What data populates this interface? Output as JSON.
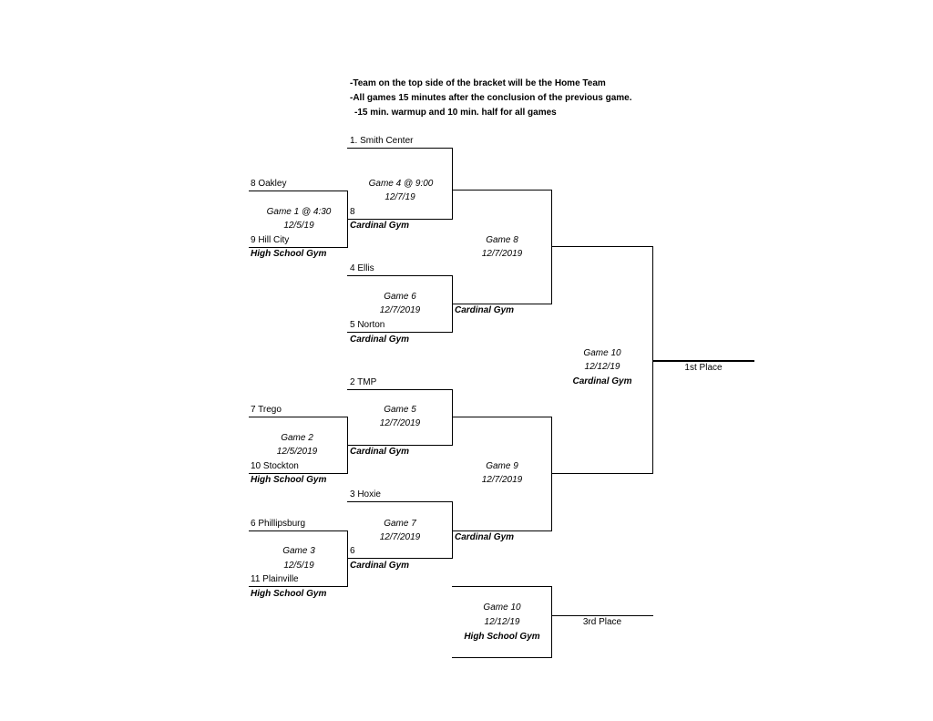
{
  "notes": [
    "-Team on the top side of the bracket will be the Home Team",
    "-All games 15 minutes after the conclusion of the previous game.",
    "-15 min. warmup and 10 min. half for all games"
  ],
  "teams": {
    "t1": "1.  Smith Center",
    "t8": "8 Oakley",
    "t9": "9 Hill City",
    "s8": "8",
    "t4": "4 Ellis",
    "t5": "5 Norton",
    "t2": "2 TMP",
    "t7": "7 Trego",
    "t10": "10 Stockton",
    "t3": "3 Hoxie",
    "t6": "6 Phillipsburg",
    "s6": "6",
    "t11": "11 Plainville"
  },
  "games": {
    "g1": {
      "label": "Game 1 @ 4:30",
      "date": "12/5/19",
      "venue": "High School Gym"
    },
    "g2": {
      "label": "Game 2",
      "date": "12/5/2019",
      "venue": "High School Gym"
    },
    "g3": {
      "label": "Game 3",
      "date": "12/5/19",
      "venue": "High School Gym"
    },
    "g4": {
      "label": "Game 4 @ 9:00",
      "date": "12/7/19",
      "venue": "Cardinal Gym"
    },
    "g5": {
      "label": "Game 5",
      "date": "12/7/2019",
      "venue": "Cardinal Gym"
    },
    "g6": {
      "label": "Game 6",
      "date": "12/7/2019",
      "venue": "Cardinal Gym"
    },
    "g7": {
      "label": "Game 7",
      "date": "12/7/2019",
      "venue": "Cardinal Gym"
    },
    "g8": {
      "label": "Game 8",
      "date": "12/7/2019",
      "venue": "Cardinal Gym"
    },
    "g9": {
      "label": "Game 9",
      "date": "12/7/2019",
      "venue": "Cardinal Gym"
    },
    "g10": {
      "label": "Game 10",
      "date": "12/12/19",
      "venue": "Cardinal Gym"
    },
    "g10b": {
      "label": "Game 10",
      "date": "12/12/19",
      "venue": "High School Gym"
    }
  },
  "results": {
    "first": "1st Place",
    "third": "3rd Place"
  }
}
